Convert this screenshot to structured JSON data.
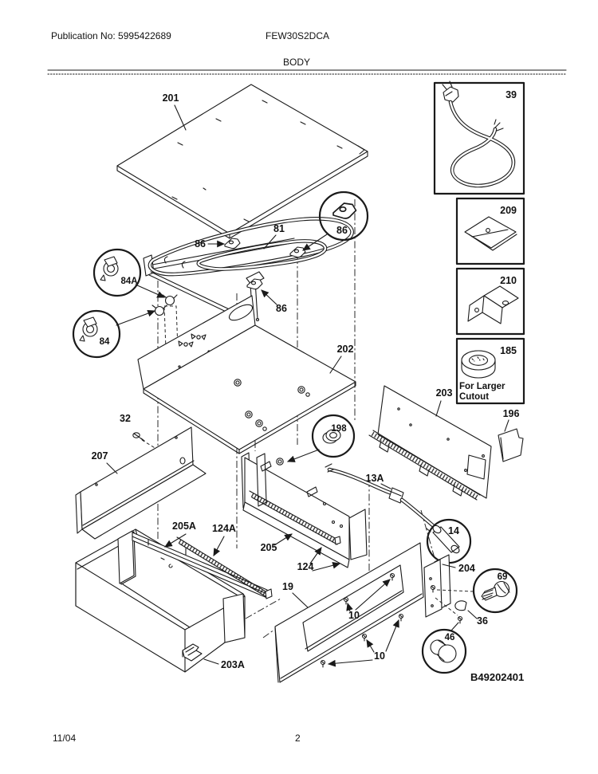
{
  "header": {
    "publication": "Publication No: 5995422689",
    "model": "FEW30S2DCA",
    "section_title": "BODY"
  },
  "footer": {
    "date": "11/04",
    "page": "2"
  },
  "diagram_id": "B49202401",
  "insets": {
    "cord": {
      "label": "39"
    },
    "plate": {
      "label": "209"
    },
    "bracket": {
      "label": "210"
    },
    "grommet": {
      "label": "185",
      "note_line1": "For Larger",
      "note_line2": "Cutout"
    }
  },
  "parts": {
    "p201": "201",
    "p81": "81",
    "p86": "86",
    "p84a": "84A",
    "p84": "84",
    "p202": "202",
    "p203": "203",
    "p196": "196",
    "p32": "32",
    "p207": "207",
    "p198": "198",
    "p13a": "13A",
    "p14": "14",
    "p205a": "205A",
    "p124a": "124A",
    "p205": "205",
    "p124": "124",
    "p19": "19",
    "p10": "10",
    "p204": "204",
    "p69": "69",
    "p36": "36",
    "p46": "46",
    "p203a": "203A"
  },
  "colors": {
    "line": "#1a1a1a",
    "background": "#ffffff"
  }
}
